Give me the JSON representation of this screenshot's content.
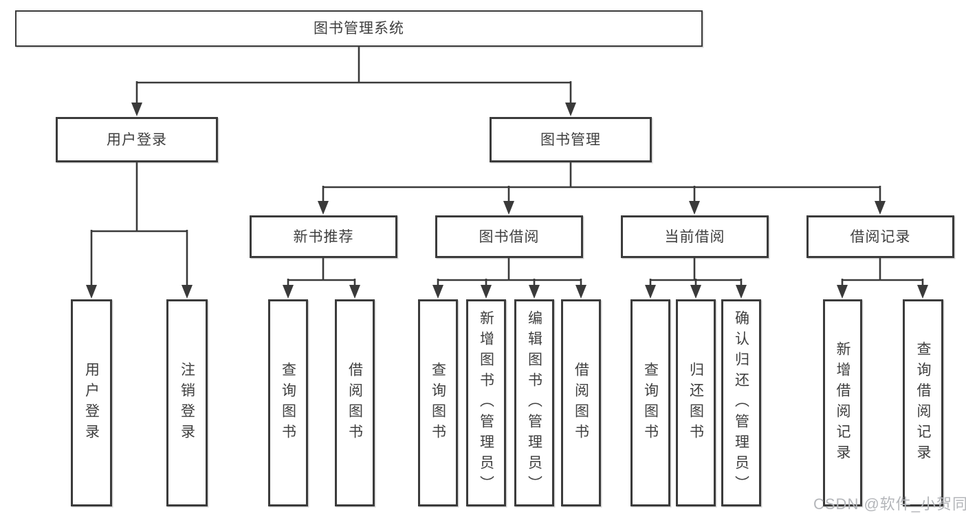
{
  "diagram": {
    "title": "图书管理系统",
    "level2": [
      {
        "label": "用户登录"
      },
      {
        "label": "图书管理"
      }
    ],
    "level3": [
      {
        "label": "新书推荐"
      },
      {
        "label": "图书借阅"
      },
      {
        "label": "当前借阅"
      },
      {
        "label": "借阅记录"
      }
    ],
    "leaves": {
      "user": [
        "用户登录",
        "注销登录"
      ],
      "recommend": [
        "查询图书",
        "借阅图书"
      ],
      "borrow": [
        "查询图书",
        "新增图书（管理员）",
        "编辑图书（管理员）",
        "借阅图书"
      ],
      "current": [
        "查询图书",
        "归还图书",
        "确认归还（管理员）"
      ],
      "record": [
        "新增借阅记录",
        "查询借阅记录"
      ]
    }
  },
  "colors": {
    "line": "#3a3a3a",
    "box_border": "#3b3b3b",
    "text": "#3f3f3f",
    "watermark": "#b4b6ba"
  },
  "watermark": "CSDN @软件_小贺同学"
}
